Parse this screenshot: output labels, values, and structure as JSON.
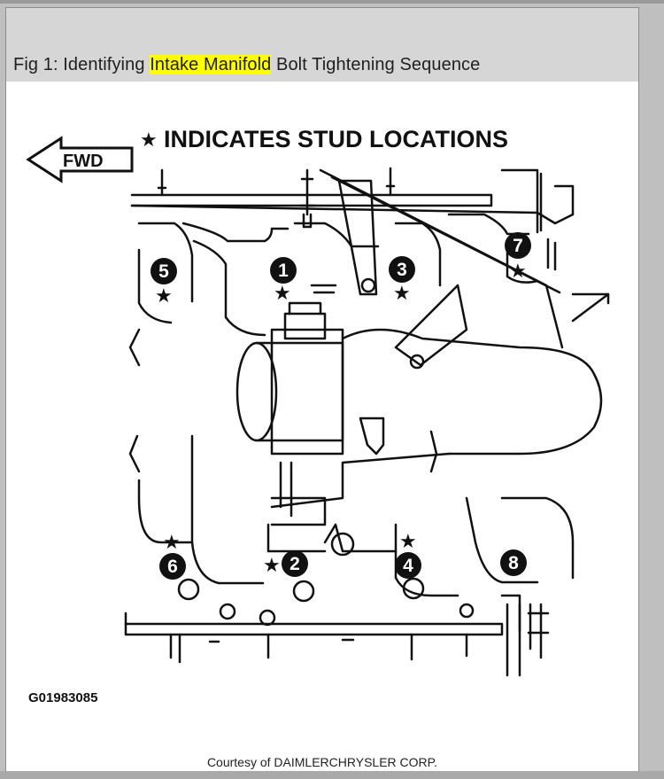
{
  "caption": {
    "prefix": "Fig 1: Identifying ",
    "highlight": "Intake Manifold",
    "suffix": " Bolt Tightening Sequence",
    "highlight_color": "#ffff00"
  },
  "diagram": {
    "legend_star": "★",
    "legend_text": "INDICATES STUD LOCATIONS",
    "fwd_label": "FWD",
    "figure_code": "G01983085",
    "bolts": [
      {
        "number": "1",
        "stud": true
      },
      {
        "number": "2",
        "stud": true
      },
      {
        "number": "3",
        "stud": true
      },
      {
        "number": "4",
        "stud": true
      },
      {
        "number": "5",
        "stud": true
      },
      {
        "number": "6",
        "stud": true
      },
      {
        "number": "7",
        "stud": true
      },
      {
        "number": "8",
        "stud": false
      }
    ]
  },
  "courtesy": "Courtesy of DAIMLERCHRYSLER CORP."
}
